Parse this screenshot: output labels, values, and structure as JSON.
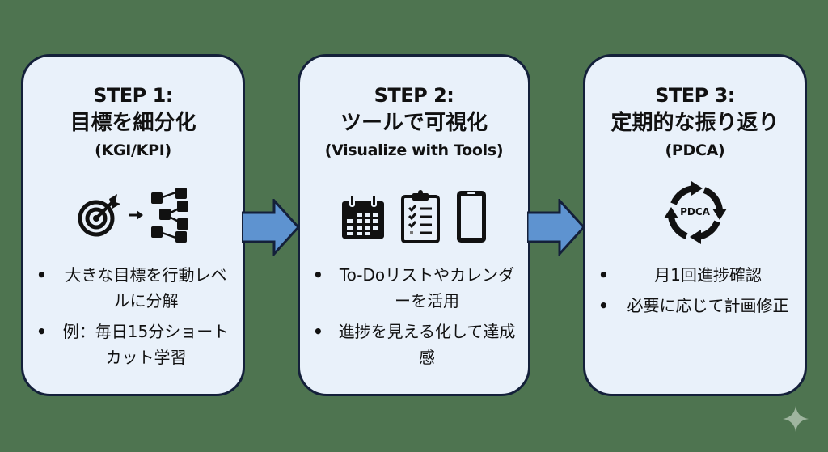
{
  "steps": [
    {
      "title": "STEP 1:",
      "heading": "目標を細分化",
      "subheading": "(KGI/KPI)",
      "icons": [
        "target-icon",
        "arrow-right-icon",
        "hierarchy-icon"
      ],
      "bullets": [
        "大きな目標を行動レベルに分解",
        "例：毎日15分ショートカット学習"
      ]
    },
    {
      "title": "STEP 2:",
      "heading": "ツールで可視化",
      "subheading": "(Visualize with Tools)",
      "icons": [
        "calendar-icon",
        "checklist-clipboard-icon",
        "smartphone-icon"
      ],
      "bullets": [
        "To-Doリストやカレンダーを活用",
        "進捗を見える化して達成感"
      ]
    },
    {
      "title": "STEP 3:",
      "heading": "定期的な振り返り",
      "subheading": "(PDCA)",
      "icons": [
        "pdca-cycle-icon"
      ],
      "cycle_label": "PDCA",
      "bullets": [
        "月1回進捗確認",
        "必要に応じて計画修正"
      ]
    }
  ],
  "bullet_char": "•",
  "colors": {
    "background": "#4e7450",
    "box_fill": "#e9f1fa",
    "box_border": "#14203a",
    "arrow_fill": "#5e93d0",
    "arrow_stroke": "#14203a"
  }
}
